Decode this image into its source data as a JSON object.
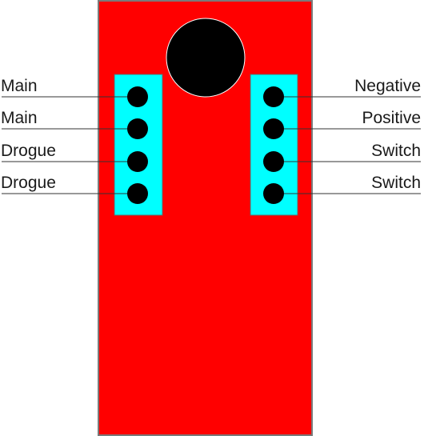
{
  "colors": {
    "board": "#ff0000",
    "board_border": "#7a7a7a",
    "header_block": "#00ffff",
    "pin": "#000000",
    "mounting_hole": "#000000",
    "leader_line": "#333333",
    "label_text": "#1a1a1a"
  },
  "left_header": {
    "pins": [
      {
        "label": "Main"
      },
      {
        "label": "Main"
      },
      {
        "label": "Drogue"
      },
      {
        "label": "Drogue"
      }
    ]
  },
  "right_header": {
    "pins": [
      {
        "label": "Negative"
      },
      {
        "label": "Positive"
      },
      {
        "label": "Switch"
      },
      {
        "label": "Switch"
      }
    ]
  }
}
